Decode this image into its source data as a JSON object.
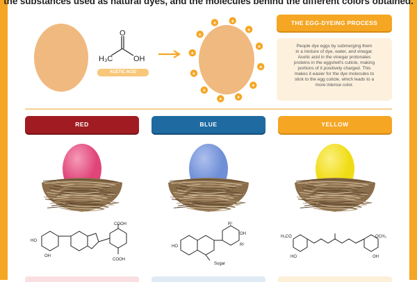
{
  "intro_text": "the substances used as natural dyes, and the molecules behind the different colors obtained.",
  "acetic_acid": {
    "label": "ACETIC ACID",
    "atom_o": "O",
    "formula_left": "H₃C",
    "formula_right": "OH"
  },
  "charge_symbol": "+",
  "process": {
    "title": "THE EGG-DYEING PROCESS",
    "lines": [
      "People dye eggs by submerging them",
      "in a mixture of dye, water, and vinegar.",
      "Acetic acid in the vinegar protonates",
      "proteins in the eggshell's cuticle, making",
      "portions of it positively charged. This",
      "makes it easier for the dye molecules to",
      "stick to the egg cuticle, which leads to a",
      "more intense color."
    ]
  },
  "colors": [
    {
      "label": "RED",
      "bg": "#a01c22",
      "shadow": "#741417",
      "egg": "#e0457a",
      "egg_hi": "#f59bb7"
    },
    {
      "label": "BLUE",
      "bg": "#1e6aa1",
      "shadow": "#154c74",
      "egg": "#6f8fd6",
      "egg_hi": "#aebfee"
    },
    {
      "label": "YELLOW",
      "bg": "#f5a623",
      "shadow": "#d08714",
      "egg": "#f0dc14",
      "egg_hi": "#fbf07e"
    }
  ],
  "footer_tabs": [
    "#f9dfe2",
    "#dfeaf5",
    "#fdf0d8"
  ],
  "molecule_labels": {
    "blue_r1": "R¹",
    "blue_r2": "R²",
    "blue_oh": "OH",
    "blue_sugar": "Sugar",
    "blue_ho": "HO",
    "yellow_h3co_left": "H₃CO",
    "yellow_och3_right": "OCH₃",
    "yellow_ho": "HO",
    "yellow_oh": "OH",
    "red_cooh": "COOH",
    "red_ho": "HO",
    "red_oh": "OH"
  },
  "accent": "#f5a623"
}
